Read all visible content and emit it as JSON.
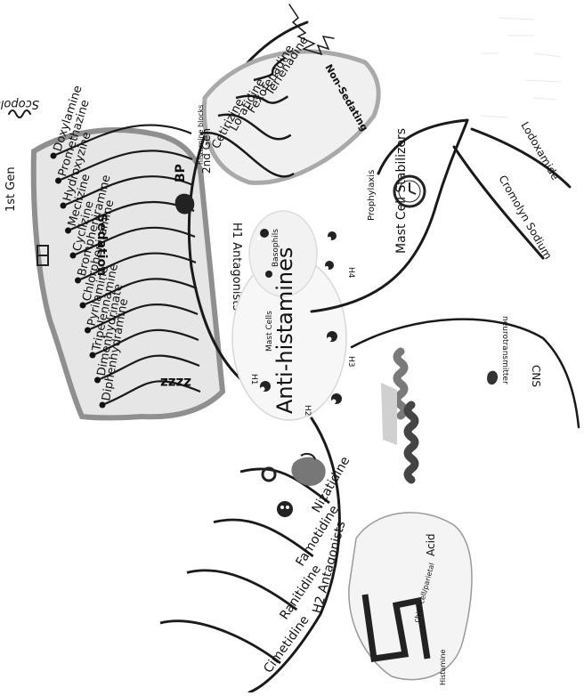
{
  "center": {
    "title": "Anti-histamines",
    "sub_mast": "Mast Cells",
    "sub_basophils": "Basophils"
  },
  "h_markers": [
    "H1",
    "H2",
    "H3",
    "H4"
  ],
  "h1": {
    "label": "H1 Antagonists",
    "first_gen_label": "1st Gen",
    "first_gen_drugs": [
      "Doxylamine",
      "Promethazine",
      "Hydroxyzine",
      "Meclizine",
      "Cyclizine",
      "Brompheniramine",
      "Chlorpheniramine",
      "Pyrilamine",
      "Tripelennamine",
      "Dimenhydrinate",
      "Diphenhydramine"
    ],
    "scopolamine_label": "Scopolamine",
    "sedation_label": "Sedation",
    "zzz": "zzzz",
    "second_gen_label": "2nd Gen",
    "second_gen_drugs": [
      "Cetirizine",
      "Loratidine",
      "Fexofenadine",
      "Terfenadine"
    ],
    "non_sedating_label": "Non-Sedating",
    "histamine_blocks_label": "histamine blocks",
    "bp_label": "BP"
  },
  "mast": {
    "label": "Mast Cell Stabilizers",
    "drugs": [
      "Lodoxamide",
      "Cromolyn Sodium"
    ],
    "prophylaxis_label": "Prophylaxis"
  },
  "h3": {
    "cns_label": "CNS",
    "neuro_label": "neurotransmitter"
  },
  "h2": {
    "label": "H2 Antagonists",
    "drugs": [
      "Nizatidine",
      "Famotidine",
      "Ranitidine",
      "Cimetidine"
    ],
    "acid_label": "Acid",
    "chief_cells_label": "chief cell/parietal",
    "histamine_label": "Histamine"
  }
}
